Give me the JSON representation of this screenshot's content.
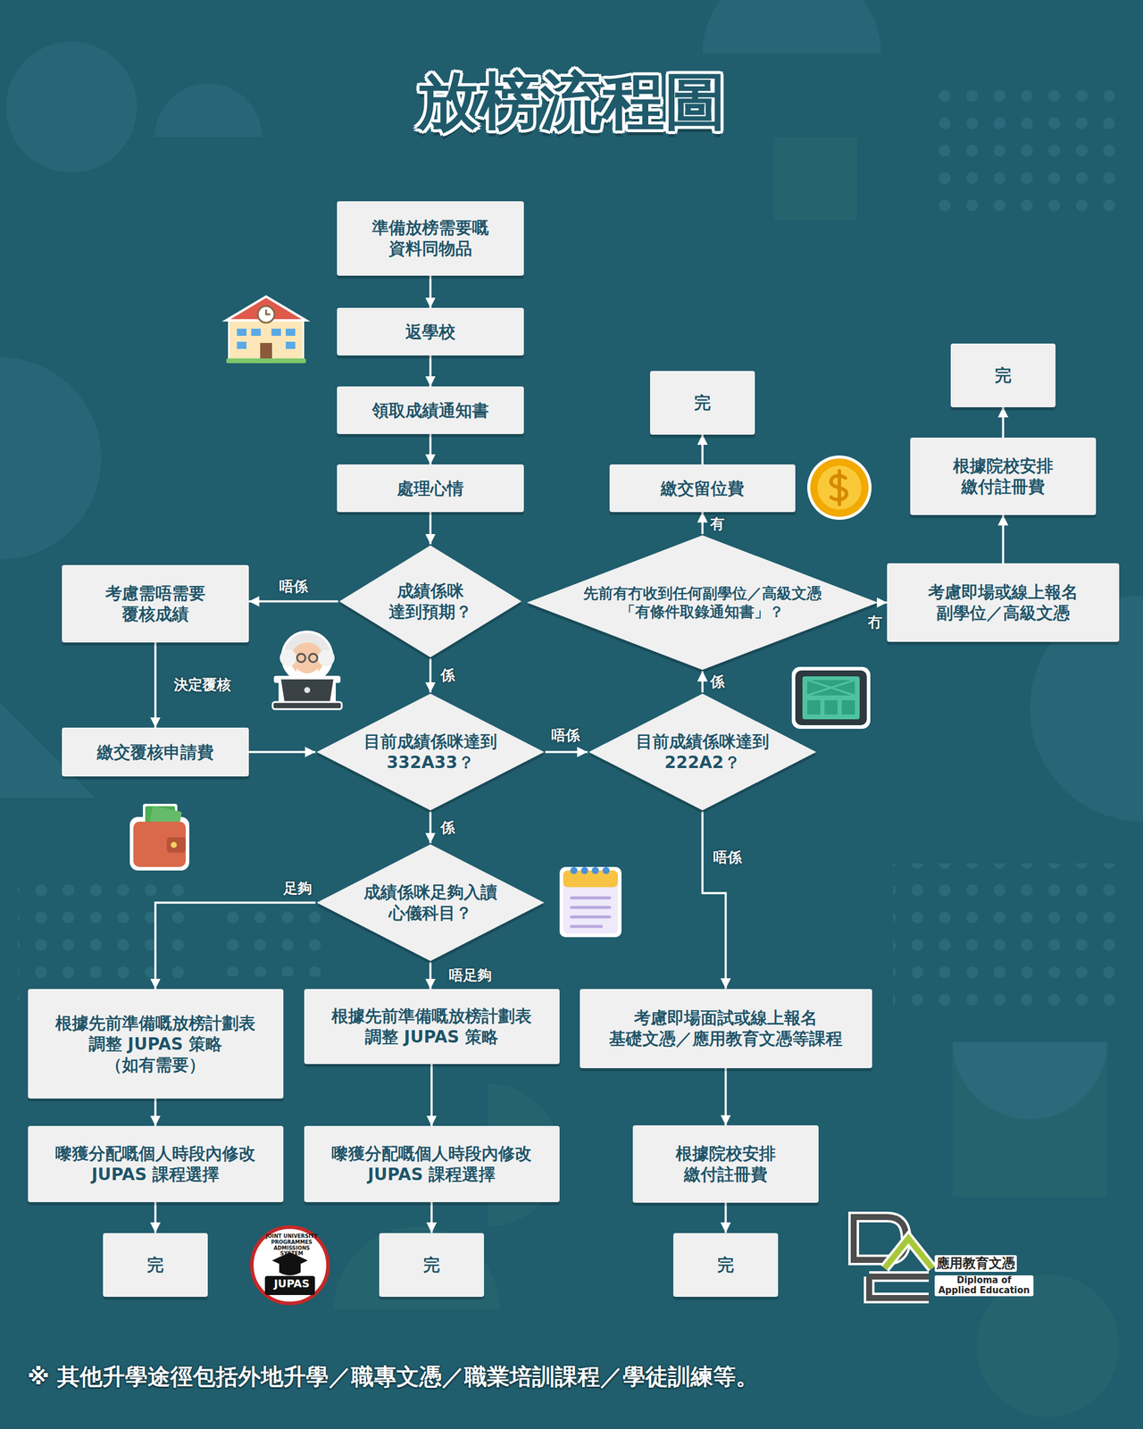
{
  "diagram": {
    "title": "放榜流程圖",
    "caption": "※ 其他升學途徑包括外地升學／職專文憑／職業培訓課程／學徒訓練等。",
    "nodes": [
      {
        "text": [
          "準備放榜需要嘅 資料同物品"
        ]
      },
      {
        "text": [
          "返學校"
        ]
      },
      {
        "text": [
          "領取成績通知書"
        ]
      },
      {
        "text": [
          "處理心情"
        ]
      },
      {
        "text": [
          "成績係咪 達到預期？"
        ]
      },
      {
        "text": [
          "考慮需唔需要 覆核成績"
        ]
      },
      {
        "text": [
          "繳交覆核申請費"
        ]
      },
      {
        "text": [
          "目前成績係咪達到 332A33？"
        ]
      },
      {
        "text": [
          "目前成績係咪達到 222A2？"
        ]
      },
      {
        "text": [
          "先前有冇收到任何副學位／高級文憑 「有條件取錄通知書」？"
        ]
      },
      {
        "text": [
          "繳交留位費"
        ]
      },
      {
        "text": [
          "完"
        ]
      },
      {
        "text": [
          "考慮即場或線上報名 副學位／高級文憑"
        ]
      },
      {
        "text": [
          "根據院校安排 繳付註冊費"
        ]
      },
      {
        "text": [
          "完"
        ]
      },
      {
        "text": [
          "成績係咪足夠入讀 心儀科目？"
        ]
      },
      {
        "text": [
          "根據先前準備嘅放榜計劃表 調整 JUPAS 策略 （如有需要）"
        ]
      },
      {
        "text": [
          "嚟獲分配嘅個人時段內修改 JUPAS 課程選擇"
        ]
      },
      {
        "text": [
          "完"
        ]
      },
      {
        "text": [
          "根據先前準備嘅放榜計劃表 調整 JUPAS 策略"
        ]
      },
      {
        "text": [
          "嚟獲分配嘅個人時段內修改 JUPAS 課程選擇"
        ]
      },
      {
        "text": [
          "完"
        ]
      },
      {
        "text": [
          "考慮即場面試或線上報名 基礎文憑／應用教育文憑等課程"
        ]
      },
      {
        "text": [
          "根據院校安排 繳付註冊費"
        ]
      },
      {
        "text": [
          "完"
        ]
      }
    ],
    "edges": [
      {
        "from": 0,
        "to": 1,
        "arrow": "to"
      },
      {
        "from": 1,
        "to": 2,
        "arrow": "to"
      },
      {
        "from": 2,
        "to": 3,
        "arrow": "to"
      },
      {
        "from": 3,
        "to": 4,
        "arrow": "to"
      },
      {
        "from": 4,
        "to": 5,
        "label": "唔係",
        "arrow": "to"
      },
      {
        "from": 4,
        "to": 7,
        "label": "係",
        "arrow": "to"
      },
      {
        "from": 5,
        "to": 6,
        "label": "決定覆核",
        "arrow": "to"
      },
      {
        "from": 6,
        "to": 7,
        "arrow": "to"
      },
      {
        "from": 7,
        "to": 8,
        "label": "唔係",
        "arrow": "to"
      },
      {
        "from": 7,
        "to": 15,
        "label": "係",
        "arrow": "to"
      },
      {
        "from": 8,
        "to": 9,
        "label": "係",
        "arrow": "to"
      },
      {
        "from": 9,
        "to": 10,
        "label": "有",
        "arrow": "to"
      },
      {
        "from": 10,
        "to": 11,
        "arrow": "to"
      },
      {
        "from": 9,
        "to": 12,
        "label": "冇",
        "arrow": "to"
      },
      {
        "from": 12,
        "to": 13,
        "arrow": "to"
      },
      {
        "from": 13,
        "to": 14,
        "arrow": "to"
      },
      {
        "from": 8,
        "to": 22,
        "label": "唔係",
        "arrow": "to"
      },
      {
        "from": 15,
        "to": 16,
        "label": "足夠",
        "arrow": "to"
      },
      {
        "from": 15,
        "to": 19,
        "label": "唔足夠",
        "arrow": "to"
      },
      {
        "from": 16,
        "to": 17,
        "arrow": "to"
      },
      {
        "from": 17,
        "to": 18,
        "arrow": "to"
      },
      {
        "from": 19,
        "to": 20,
        "arrow": "to"
      },
      {
        "from": 20,
        "to": 21,
        "arrow": "to"
      },
      {
        "from": 22,
        "to": 23,
        "arrow": "to"
      },
      {
        "from": 23,
        "to": 24,
        "arrow": "to"
      }
    ],
    "labels": [
      "JOINT UNIVERSITY PROGRAMMES ADMISSIONS SYSTEM",
      "JUPAS",
      "應用教育文憑",
      "Diploma of Applied Education"
    ]
  }
}
